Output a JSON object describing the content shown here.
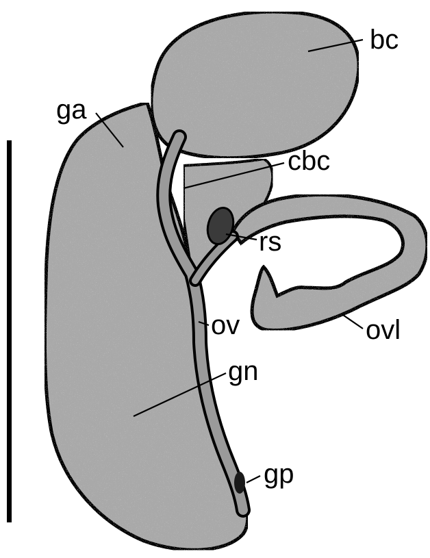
{
  "labels": {
    "bc": "bc",
    "ga": "ga",
    "cbc": "cbc",
    "rs": "rs",
    "ov": "ov",
    "ovl": "ovl",
    "gn": "gn",
    "gp": "gp"
  },
  "colors": {
    "ink": "#000000",
    "tissue": "#a9a9a9",
    "tissue_dark": "#6e6e6e",
    "background": "#ffffff"
  }
}
